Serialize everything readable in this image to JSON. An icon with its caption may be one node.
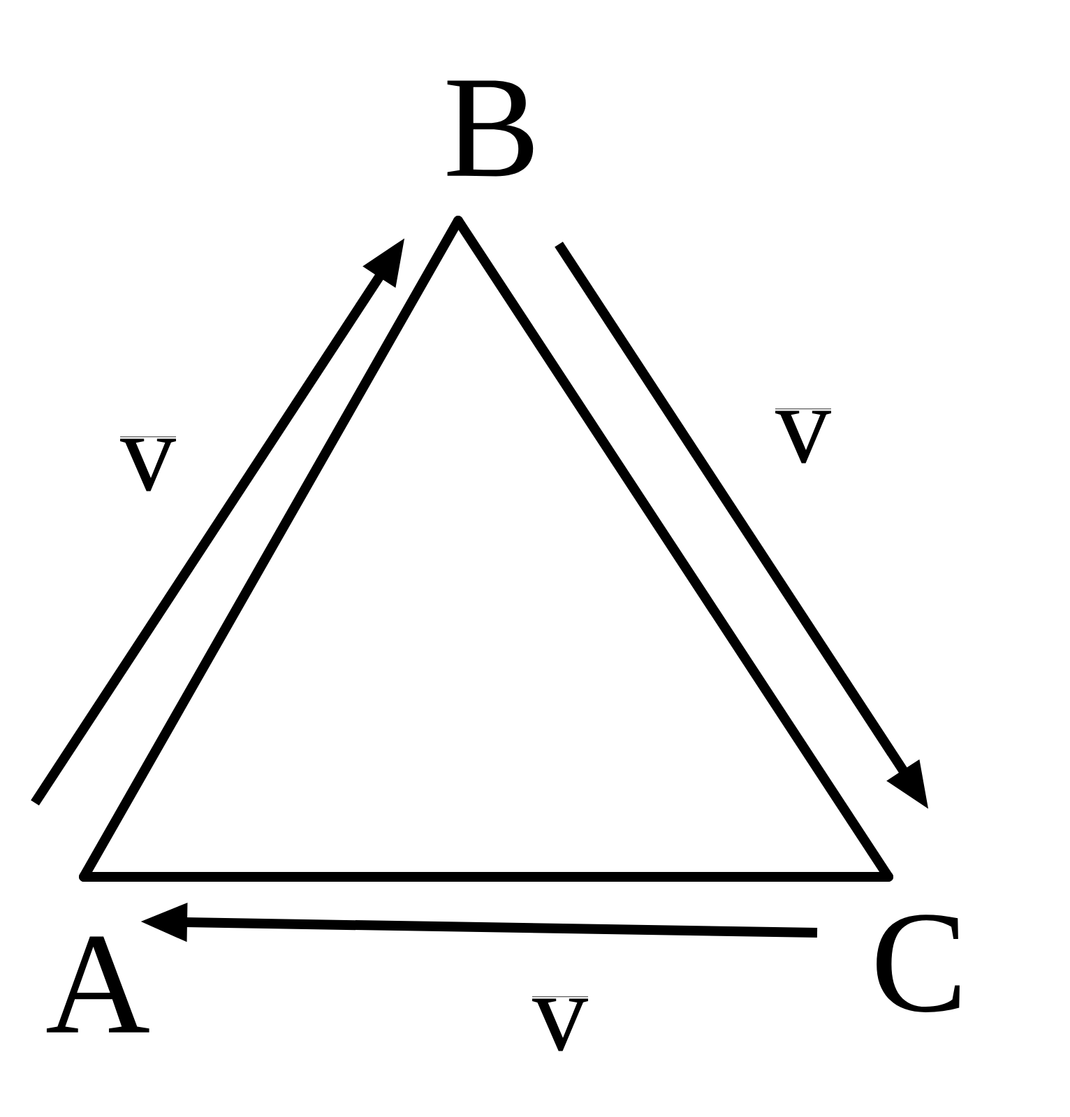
{
  "diagram": {
    "nodes": [
      {
        "text": [
          "A"
        ]
      },
      {
        "text": [
          "B"
        ]
      },
      {
        "text": [
          "C"
        ]
      }
    ],
    "edges": [
      {
        "from": 0,
        "to": 1,
        "arrow": "none"
      },
      {
        "from": 1,
        "to": 2,
        "arrow": "none"
      },
      {
        "from": 2,
        "to": 0,
        "arrow": "none"
      }
    ],
    "labels": [
      "\\overline{\\mathrm{v}}",
      "\\overline{\\mathrm{v}}",
      "\\overline{\\mathrm{v}}"
    ]
  }
}
